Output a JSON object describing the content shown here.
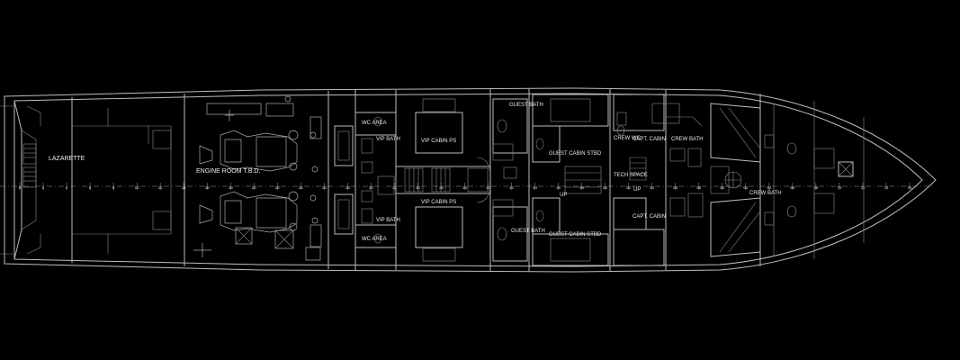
{
  "labels": {
    "lazarette": "LAZARETTE",
    "engine_room": "ENGINE ROOM T.B.D.",
    "wc_area_top": "WC AREA",
    "wc_area_bottom": "WC AREA",
    "vip_bath_top": "VIP BATH",
    "vip_bath_bottom": "VIP BATH",
    "vip_cabin_ps": "VIP CABIN PS",
    "vip_cabin_stbd": "VIP CABIN PS",
    "guest_bath_top": "GUEST BATH",
    "guest_bath_bottom": "GUEST BATH",
    "guest_cabin_top": "GUEST CABIN STBD",
    "guest_cabin_bottom": "GUEST CABIN STBD",
    "crew_wc": "CREW WC",
    "tech_space": "TECH SPACE",
    "capt_cabin_top": "CAPT. CABIN",
    "capt_cabin_bottom": "CAPT. CABIN",
    "crew_bath_top": "CREW BATH",
    "crew_bath_bottom": "CREW BATH",
    "up_top": "UP",
    "up_bottom": "UP"
  },
  "frame_numbers": [
    "0",
    "2",
    "4",
    "6",
    "8",
    "10",
    "12",
    "14",
    "16",
    "18",
    "20",
    "22",
    "24",
    "26",
    "28",
    "30",
    "32",
    "34",
    "36",
    "38",
    "40",
    "42",
    "44",
    "46",
    "48",
    "50",
    "52",
    "54",
    "56",
    "58",
    "60",
    "62",
    "64",
    "66",
    "68",
    "70",
    "72",
    "74",
    "76"
  ],
  "colors": {
    "background": "#000000",
    "line": "#bdbdbd",
    "text": "#e8e8e8"
  }
}
